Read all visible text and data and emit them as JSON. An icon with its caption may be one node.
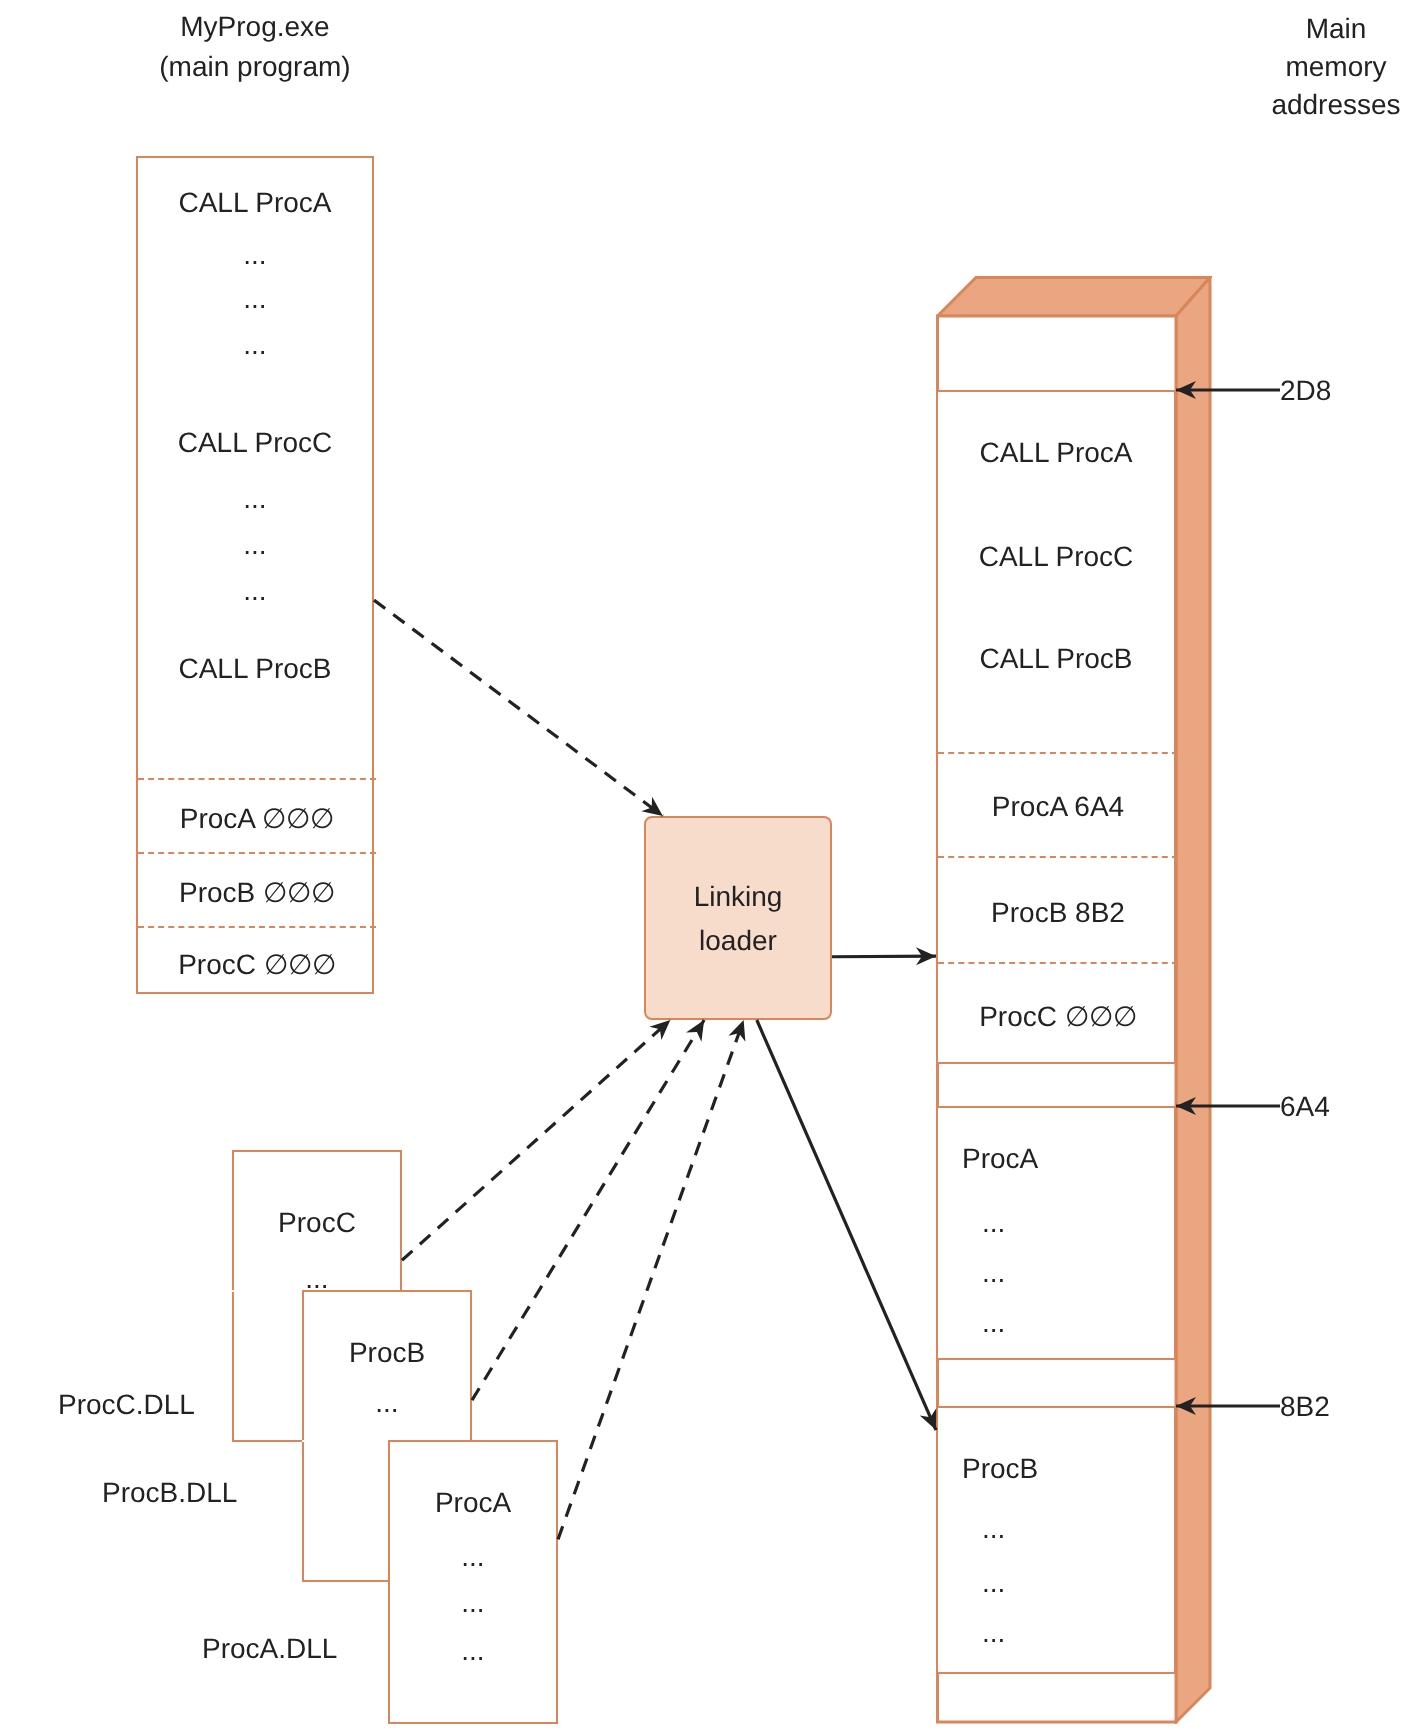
{
  "diagram": {
    "nodes": [
      {
        "text": [
          "MyProg.exe (main program)",
          "CALL ProcA",
          "...",
          "...",
          "...",
          "CALL ProcC",
          "...",
          "...",
          "...",
          "CALL ProcB"
        ]
      },
      {
        "text": [
          "ProcA ∅∅∅"
        ],
        "in": 0
      },
      {
        "text": [
          "ProcB ∅∅∅"
        ],
        "in": 0
      },
      {
        "text": [
          "ProcC ∅∅∅"
        ],
        "in": 0
      },
      {
        "text": [
          "Linking loader"
        ]
      },
      {
        "text": [
          "ProcC",
          "..."
        ],
        "beside": [
          "ProcC.DLL"
        ]
      },
      {
        "text": [
          "ProcB",
          "..."
        ],
        "beside": [
          "ProcB.DLL"
        ]
      },
      {
        "text": [
          "ProcA",
          "...",
          "...",
          "..."
        ],
        "beside": [
          "ProcA.DLL"
        ]
      },
      {
        "text": [],
        "shape": "box"
      },
      {
        "text": [
          "CALL ProcA",
          "CALL ProcC",
          "CALL ProcB"
        ],
        "in": 8
      },
      {
        "text": [
          "ProcA 6A4"
        ],
        "in": 9
      },
      {
        "text": [
          "ProcB 8B2"
        ],
        "in": 9
      },
      {
        "text": [
          "ProcC ∅∅∅"
        ],
        "in": 9
      },
      {
        "text": [
          "ProcA",
          "...",
          "...",
          "..."
        ],
        "in": 8
      },
      {
        "text": [
          "ProcB",
          "...",
          "...",
          "..."
        ],
        "in": 8
      },
      {
        "text": [
          "2D8"
        ]
      },
      {
        "text": [
          "6A4"
        ]
      },
      {
        "text": [
          "8B2"
        ]
      }
    ],
    "edges": [
      {
        "from": 0,
        "to": 4,
        "arrow": "to",
        "style": "dashed"
      },
      {
        "from": 5,
        "to": 4,
        "arrow": "to",
        "style": "dashed"
      },
      {
        "from": 6,
        "to": 4,
        "arrow": "to",
        "style": "dashed"
      },
      {
        "from": 7,
        "to": 4,
        "arrow": "to",
        "style": "dashed"
      },
      {
        "from": 4,
        "to": 9,
        "arrow": "to"
      },
      {
        "from": 4,
        "to": 14,
        "arrow": "to"
      },
      {
        "from": 15,
        "to": 9,
        "arrow": "to"
      },
      {
        "from": 16,
        "to": 13,
        "arrow": "to"
      },
      {
        "from": 17,
        "to": 14,
        "arrow": "to"
      }
    ],
    "labels": [
      "Main memory addresses"
    ]
  }
}
